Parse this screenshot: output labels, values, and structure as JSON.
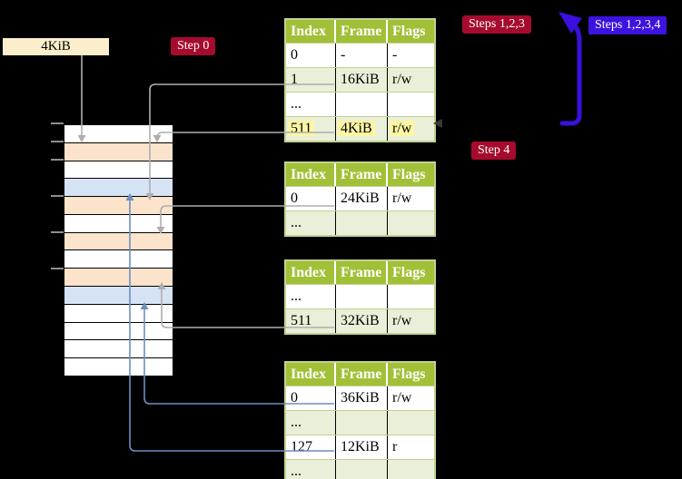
{
  "colors": {
    "accent_red": "#a60b2d",
    "accent_blue": "#3c13df",
    "table_header_green": "#a2c037",
    "row_shade_green": "#e9efd8",
    "memory_peach": "#fbe3cc",
    "memory_blue": "#d5e3f5",
    "highlight_yellow": "#fdf6a2",
    "cr3_cream": "#fbeecb",
    "connector_gray": "#aeaeae",
    "connector_blue": "#6b8fbf"
  },
  "cr3_box": {
    "label": "4KiB"
  },
  "badges": {
    "step0": "Step 0",
    "step4": "Step 4",
    "steps123": "Steps 1,2,3",
    "steps1234": "Steps 1,2,3,4"
  },
  "memory_column": {
    "rows": [
      "white",
      "peach",
      "white",
      "blue",
      "peach",
      "white",
      "peach",
      "white",
      "peach",
      "blue",
      "white",
      "white",
      "white",
      "white"
    ]
  },
  "tables": [
    {
      "name": "level-4-table",
      "headers": [
        "Index",
        "Frame",
        "Flags"
      ],
      "rows": [
        {
          "cells": [
            "0",
            "-",
            "-"
          ],
          "shaded": false,
          "highlight": false
        },
        {
          "cells": [
            "1",
            "16KiB",
            "r/w"
          ],
          "shaded": true,
          "highlight": false
        },
        {
          "cells": [
            "...",
            "",
            ""
          ],
          "shaded": false,
          "highlight": false
        },
        {
          "cells": [
            "511",
            "4KiB",
            "r/w"
          ],
          "shaded": true,
          "highlight": true
        }
      ]
    },
    {
      "name": "level-3-table",
      "headers": [
        "Index",
        "Frame",
        "Flags"
      ],
      "rows": [
        {
          "cells": [
            "0",
            "24KiB",
            "r/w"
          ],
          "shaded": false,
          "highlight": false
        },
        {
          "cells": [
            "...",
            "",
            ""
          ],
          "shaded": true,
          "highlight": false
        }
      ]
    },
    {
      "name": "level-2-table",
      "headers": [
        "Index",
        "Frame",
        "Flags"
      ],
      "rows": [
        {
          "cells": [
            "...",
            "",
            ""
          ],
          "shaded": false,
          "highlight": false
        },
        {
          "cells": [
            "511",
            "32KiB",
            "r/w"
          ],
          "shaded": true,
          "highlight": false
        }
      ]
    },
    {
      "name": "level-1-table",
      "headers": [
        "Index",
        "Frame",
        "Flags"
      ],
      "rows": [
        {
          "cells": [
            "0",
            "36KiB",
            "r/w"
          ],
          "shaded": false,
          "highlight": false
        },
        {
          "cells": [
            "...",
            "",
            ""
          ],
          "shaded": true,
          "highlight": false
        },
        {
          "cells": [
            "127",
            "12KiB",
            "r"
          ],
          "shaded": false,
          "highlight": false
        },
        {
          "cells": [
            "...",
            "",
            ""
          ],
          "shaded": true,
          "highlight": false
        }
      ]
    }
  ]
}
